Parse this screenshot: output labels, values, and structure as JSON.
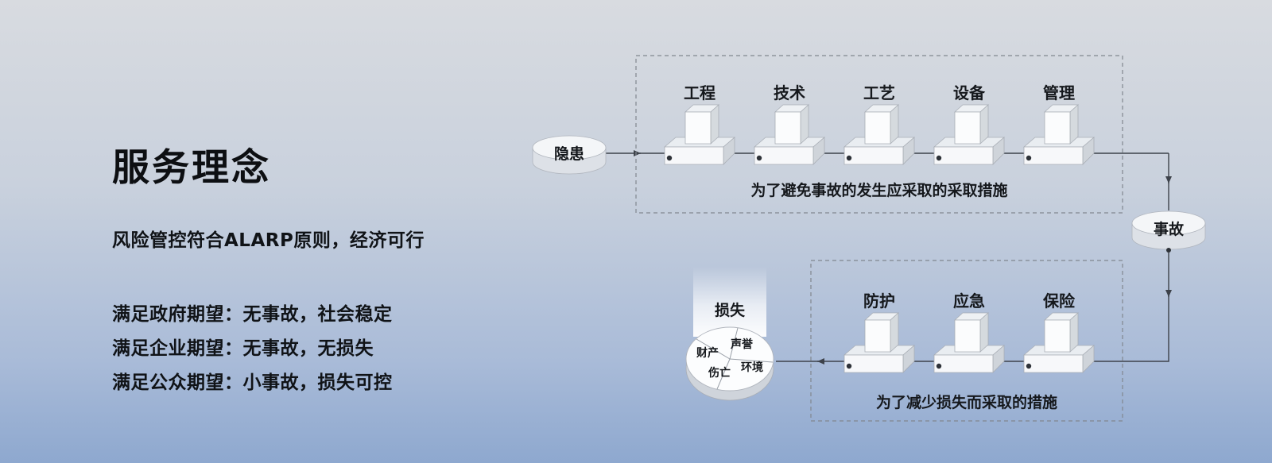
{
  "left_panel": {
    "title": "服务理念",
    "subtitle": "风险管控符合ALARP原则，经济可行",
    "expectations": [
      "满足政府期望：无事故，社会稳定",
      "满足企业期望：无事故，无损失",
      "满足公众期望：小事故，损失可控"
    ]
  },
  "diagram": {
    "hazard": {
      "label": "隐患"
    },
    "accident": {
      "label": "事故"
    },
    "loss": {
      "label": "损失",
      "segments": [
        "财产",
        "声誉",
        "伤亡",
        "环境"
      ]
    },
    "prevention": {
      "barriers": [
        "工程",
        "技术",
        "工艺",
        "设备",
        "管理"
      ],
      "caption": "为了避免事故的发生应采取的采取措施"
    },
    "mitigation": {
      "barriers": [
        "防护",
        "应急",
        "保险"
      ],
      "caption": "为了减少损失而采取的措施",
      "highlight_color": "#0f9c3d"
    }
  }
}
